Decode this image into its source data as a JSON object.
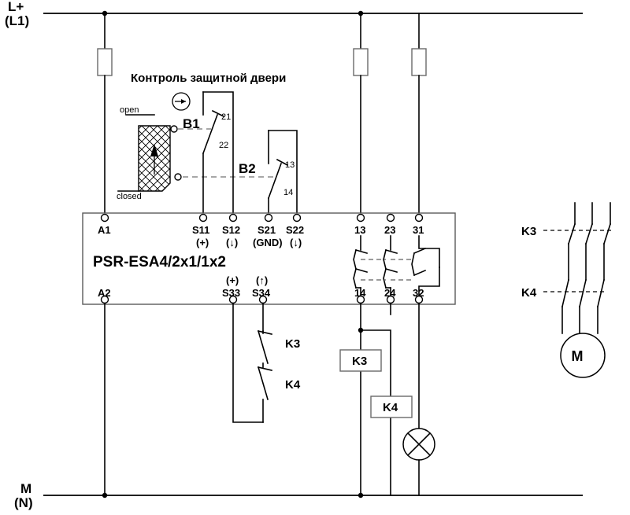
{
  "diagram": {
    "title_block": "Контроль защитной двери",
    "device_name": "PSR-ESA4/2x1/1x2",
    "rails": {
      "top_label_line1": "L+",
      "top_label_line2": "(L1)",
      "bottom_label_line1": "M",
      "bottom_label_line2": "(N)"
    },
    "door_sensor": {
      "open_label": "open",
      "closed_label": "closed"
    },
    "switches": [
      {
        "name": "B1",
        "top_contact": "21",
        "bottom_contact": "22"
      },
      {
        "name": "B2",
        "top_contact": "13",
        "bottom_contact": "14"
      }
    ],
    "terminals_top": [
      {
        "id": "A1",
        "sub": ""
      },
      {
        "id": "S11",
        "sub": "(+)"
      },
      {
        "id": "S12",
        "sub": "(↓)"
      },
      {
        "id": "S21",
        "sub": "(GND)"
      },
      {
        "id": "S22",
        "sub": "(↓)"
      },
      {
        "id": "13",
        "sub": ""
      },
      {
        "id": "23",
        "sub": ""
      },
      {
        "id": "31",
        "sub": ""
      }
    ],
    "terminals_bottom": [
      {
        "id": "A2",
        "sub": ""
      },
      {
        "id": "S33",
        "sub": "(+)"
      },
      {
        "id": "S34",
        "sub": "(↑)"
      },
      {
        "id": "14",
        "sub": ""
      },
      {
        "id": "24",
        "sub": ""
      },
      {
        "id": "32",
        "sub": ""
      }
    ],
    "feedback_contacts": [
      {
        "label": "K3"
      },
      {
        "label": "K4"
      }
    ],
    "coils": [
      {
        "label": "K3"
      },
      {
        "label": "K4"
      }
    ],
    "lamp": {
      "name": "signal-lamp"
    },
    "motor_section": {
      "contactor_labels": [
        "K3",
        "K4"
      ],
      "motor_label": "M"
    },
    "colors": {
      "line": "#000000",
      "box_stroke": "#5a5a5a",
      "dashed": "#8a8a8a",
      "background": "#ffffff"
    }
  }
}
